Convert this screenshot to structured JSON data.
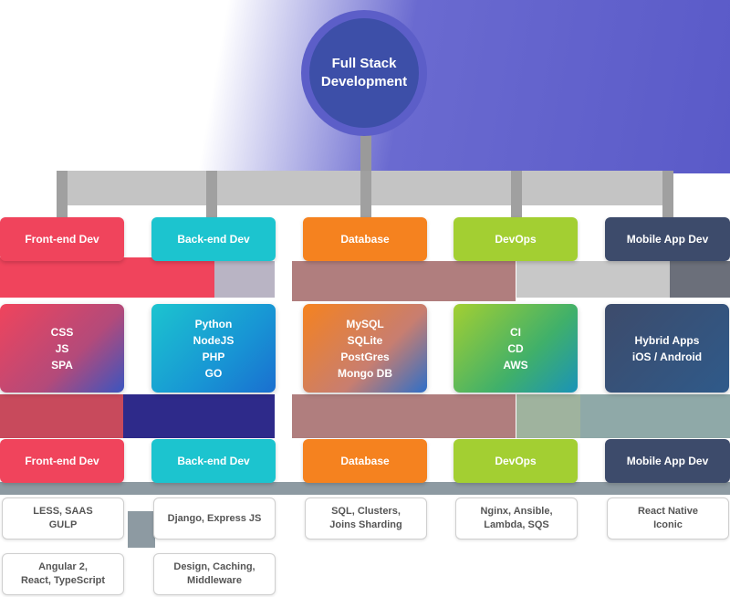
{
  "root": {
    "line1": "Full Stack",
    "line2": "Development"
  },
  "categories": [
    {
      "label": "Front-end Dev",
      "color": "#f0445c",
      "items": [
        "CSS",
        "JS",
        "SPA"
      ],
      "extras": [
        "LESS, SAAS\nGULP",
        "Angular 2,\nReact, TypeScript"
      ]
    },
    {
      "label": "Back-end Dev",
      "color": "#1cc4cf",
      "items": [
        "Python",
        "NodeJS",
        "PHP",
        "GO"
      ],
      "extras": [
        "Django, Express JS",
        "Design, Caching,\nMiddleware"
      ]
    },
    {
      "label": "Database",
      "color": "#f5821f",
      "items": [
        "MySQL",
        "SQLite",
        "PostGres",
        "Mongo DB"
      ],
      "extras": [
        "SQL, Clusters,\nJoins Sharding"
      ]
    },
    {
      "label": "DevOps",
      "color": "#a3cf32",
      "items": [
        "CI",
        "CD",
        "AWS"
      ],
      "extras": [
        "Nginx, Ansible,\nLambda, SQS"
      ]
    },
    {
      "label": "Mobile App Dev",
      "color": "#3d4b6b",
      "items": [
        "Hybrid Apps",
        "iOS / Android"
      ],
      "extras": [
        "React Native\nIconic"
      ]
    }
  ],
  "colors": {
    "background": "#ffffff",
    "root_outer": "#5c5ec8",
    "root_inner": "#3d4fa8",
    "connector": "#b0b0b0"
  }
}
